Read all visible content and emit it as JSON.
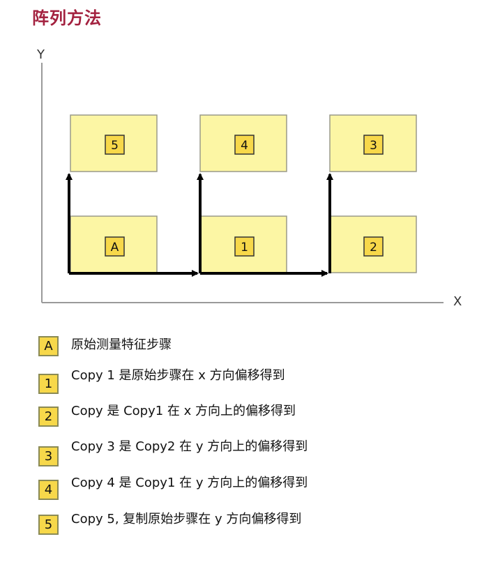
{
  "page": {
    "title": "阵列方法"
  },
  "diagram": {
    "y_axis_label": "Y",
    "x_axis_label": "X",
    "box_fill": "#fcf6a4",
    "badge_fill": "#f7d84a",
    "boxes": [
      {
        "label": "5"
      },
      {
        "label": "4"
      },
      {
        "label": "3"
      },
      {
        "label": "A"
      },
      {
        "label": "1"
      },
      {
        "label": "2"
      }
    ]
  },
  "legend": {
    "items": [
      {
        "badge": "A",
        "text": "原始测量特征步骤"
      },
      {
        "badge": "1",
        "text": "Copy 1 是原始步骤在 x 方向偏移得到"
      },
      {
        "badge": "2",
        "text": "Copy 是 Copy1 在 x 方向上的偏移得到"
      },
      {
        "badge": "3",
        "text": "Copy 3 是 Copy2 在 y 方向上的偏移得到"
      },
      {
        "badge": "4",
        "text": "Copy 4 是 Copy1 在 y 方向上的偏移得到"
      },
      {
        "badge": "5",
        "text": "Copy 5, 复制原始步骤在 y 方向偏移得到"
      }
    ]
  }
}
